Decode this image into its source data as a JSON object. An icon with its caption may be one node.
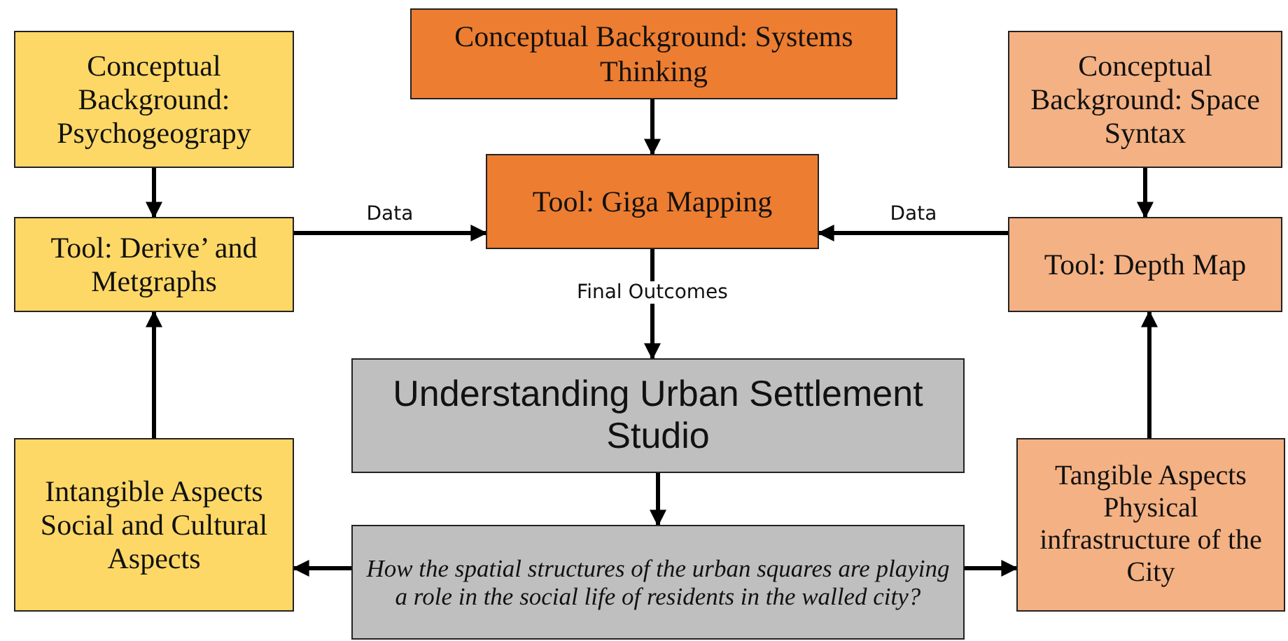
{
  "diagram": {
    "nodes": [
      {
        "text": [
          "Conceptual Background: Psychogeograpy"
        ]
      },
      {
        "text": [
          "Conceptual Background: Systems Thinking"
        ]
      },
      {
        "text": [
          "Conceptual Background: Space Syntax"
        ]
      },
      {
        "text": [
          "Tool: Derive’ and Metgraphs"
        ]
      },
      {
        "text": [
          "Tool: Giga Mapping"
        ]
      },
      {
        "text": [
          "Tool: Depth Map"
        ]
      },
      {
        "text": [
          "Understanding Urban Settlement Studio"
        ]
      },
      {
        "text": [
          "Intangible Aspects Social and Cultural Aspects"
        ]
      },
      {
        "text": [
          "How the spatial structures of the urban squares are playing a role in the social life of residents in the walled city?"
        ]
      },
      {
        "text": [
          "Tangible Aspects Physical infrastructure of the City"
        ]
      }
    ],
    "edges": [
      {
        "from": 0,
        "to": 3,
        "arrow": "to"
      },
      {
        "from": 1,
        "to": 4,
        "arrow": "to"
      },
      {
        "from": 2,
        "to": 5,
        "arrow": "to"
      },
      {
        "from": 3,
        "to": 4,
        "arrow": "to",
        "label": "Data"
      },
      {
        "from": 5,
        "to": 4,
        "arrow": "to",
        "label": "Data"
      },
      {
        "from": 4,
        "to": 6,
        "arrow": "to",
        "label": "Final Outcomes"
      },
      {
        "from": 7,
        "to": 3,
        "arrow": "to"
      },
      {
        "from": 9,
        "to": 5,
        "arrow": "to"
      },
      {
        "from": 6,
        "to": 8,
        "arrow": "to"
      },
      {
        "from": 8,
        "to": 7,
        "arrow": "to"
      },
      {
        "from": 8,
        "to": 9,
        "arrow": "to"
      }
    ]
  }
}
